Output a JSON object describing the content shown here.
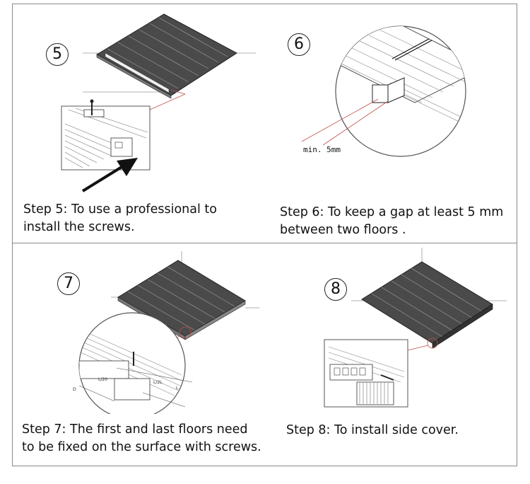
{
  "panels": [
    {
      "number": "5",
      "caption_line1": "Step 5: To use a professional to",
      "caption_line2": "install the screws."
    },
    {
      "number": "6",
      "caption_line1": "Step 6: To keep a gap at least 5 mm",
      "caption_line2": "between two floors .",
      "annotation": "min. 5mm"
    },
    {
      "number": "7",
      "caption_line1": "Step 7: The first and last floors need",
      "caption_line2": "to be fixed on the surface with screws.",
      "dim_labels": [
        "L/20",
        "L/2L",
        "L",
        "D"
      ]
    },
    {
      "number": "8",
      "caption_line1": "Step 8: To install side cover.",
      "caption_line2": ""
    }
  ],
  "colors": {
    "deck": "#4a4a4a",
    "deck_line": "#9a9a9a",
    "frame": "#8a8a8a",
    "callout": "#c0504d",
    "ink": "#111111"
  }
}
